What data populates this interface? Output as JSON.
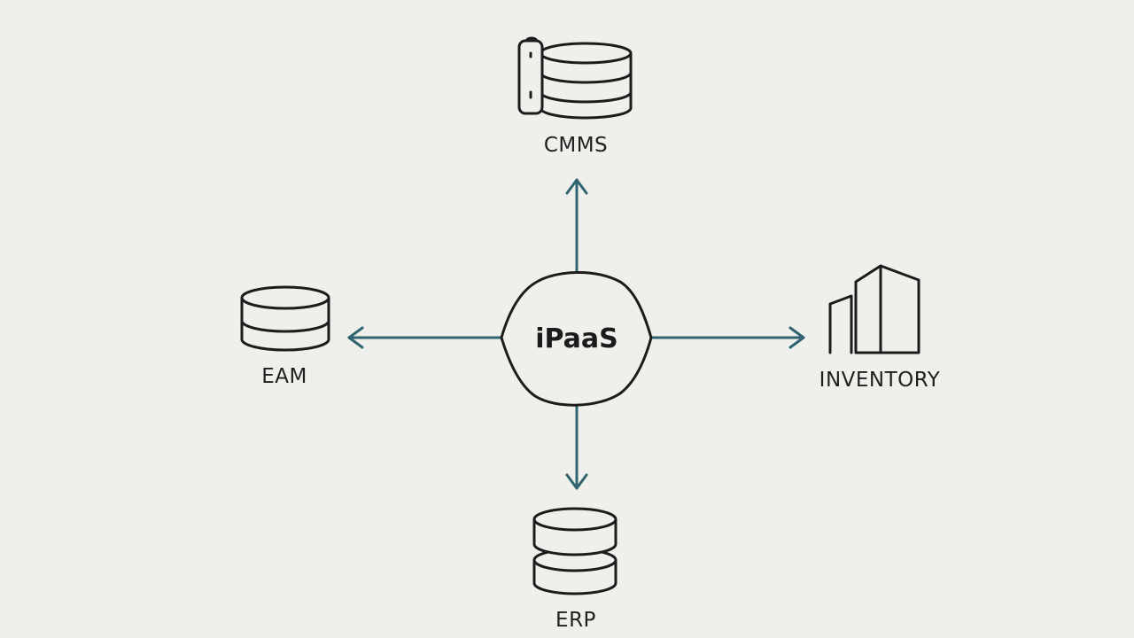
{
  "hub": {
    "label": "iPaaS"
  },
  "nodes": {
    "cmms": {
      "label": "CMMS",
      "icon": "database-server-icon"
    },
    "eam": {
      "label": "EAM",
      "icon": "database-icon"
    },
    "inventory": {
      "label": "INVENTORY",
      "icon": "warehouse-buildings-icon"
    },
    "erp": {
      "label": "ERP",
      "icon": "database-stack-icon"
    }
  },
  "colors": {
    "background": "#efefeb",
    "ink": "#1c1c1c",
    "arrow": "#2f6470"
  }
}
